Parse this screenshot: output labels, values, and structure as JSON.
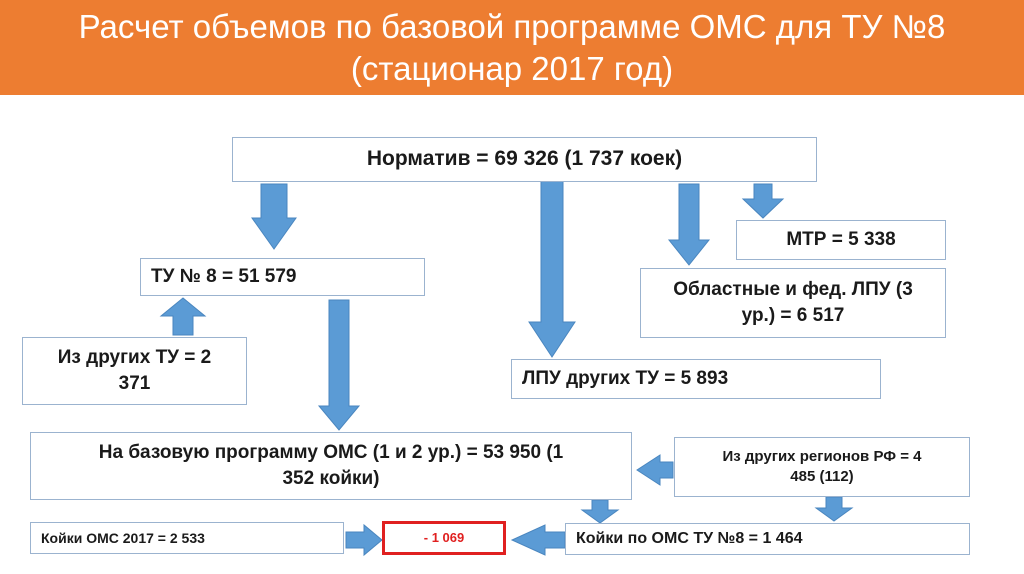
{
  "header": {
    "title_line1": "Расчет объемов по базовой программе ОМС для ТУ №8",
    "title_line2": "(стационар 2017 год)"
  },
  "boxes": {
    "normativ": "Норматив = 69 326 (1 737 коек)",
    "mtr": "МТР = 5 338",
    "oblast_line1": "Областные и фед. ЛПУ  (3",
    "oblast_line2": "ур.) = 6 517",
    "tu8": "ТУ № 8 = 51 579",
    "iz_tu_line1": "Из других ТУ  = 2",
    "iz_tu_line2": "371",
    "lpu_other": "ЛПУ других ТУ = 5 893",
    "base_line1": "На базовую программу ОМС (1 и 2 ур.) = 53 950 (1",
    "base_line2": "352 койки)",
    "regions_line1": "Из других регионов РФ = 4",
    "regions_line2": "485 (112)",
    "beds_2017": "Койки ОМС 2017 = 2 533",
    "difference": "- 1 069",
    "beds_tu8": "Койки по ОМС ТУ №8 = 1 464"
  },
  "colors": {
    "header_bg": "#ED7D31",
    "arrow_fill": "#5B9BD5",
    "box_border": "#9BB3CF",
    "highlight_red": "#E02020"
  }
}
